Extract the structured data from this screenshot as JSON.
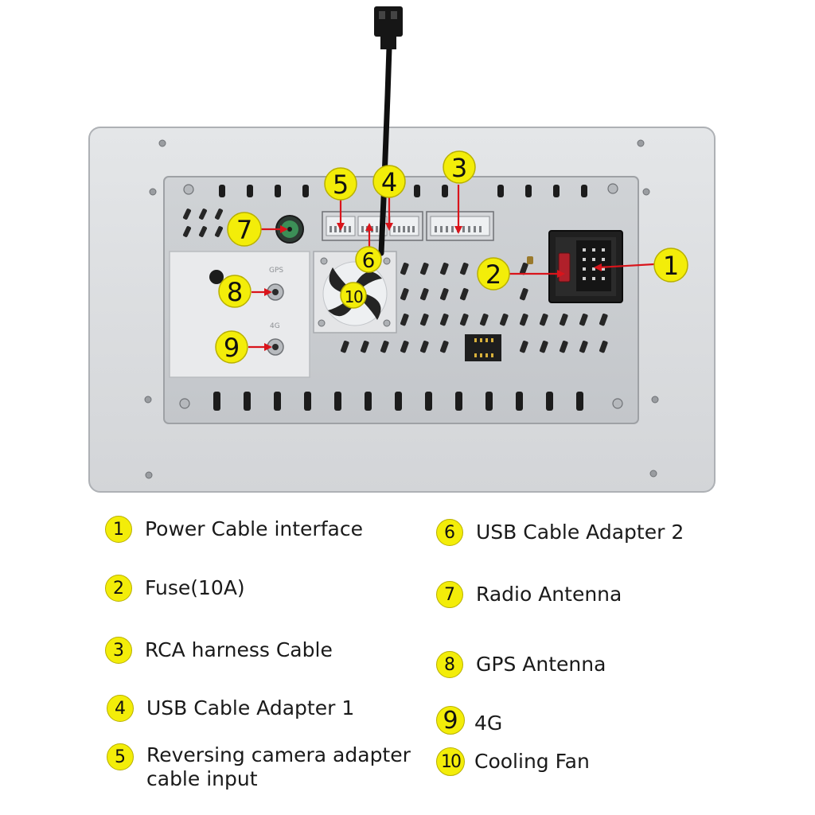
{
  "callouts": [
    {
      "num": "1",
      "label": "Power Cable interface"
    },
    {
      "num": "2",
      "label": "Fuse(10A)"
    },
    {
      "num": "3",
      "label": "RCA harness Cable"
    },
    {
      "num": "4",
      "label": "USB Cable Adapter 1"
    },
    {
      "num": "5",
      "label": "Reversing camera adapter",
      "label2": "cable input"
    },
    {
      "num": "6",
      "label": "USB Cable Adapter 2"
    },
    {
      "num": "7",
      "label": "Radio Antenna"
    },
    {
      "num": "8",
      "label": "GPS Antenna"
    },
    {
      "num": "9",
      "label": "4G"
    },
    {
      "num": "10",
      "label": "Cooling Fan"
    }
  ],
  "panel_labels": {
    "gps": "GPS",
    "fourg": "4G"
  },
  "colors": {
    "marker_yellow": "#f3ed09",
    "pointer_red": "#d9141b",
    "chassis": "#d7d9dc",
    "panel": "#e6e7e9",
    "vent": "#1c1c1c"
  }
}
